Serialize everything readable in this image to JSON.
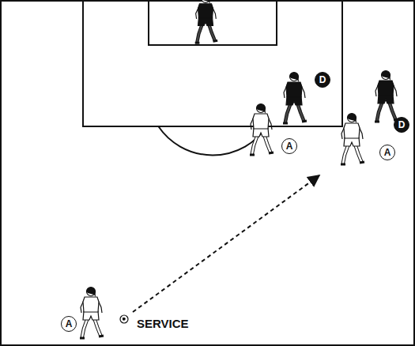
{
  "diagram": {
    "nodes": [
      {
        "text": [
          "D"
        ]
      },
      {
        "text": [
          "D"
        ]
      },
      {
        "text": [
          "A"
        ]
      },
      {
        "text": [
          "A"
        ]
      },
      {
        "text": [
          "A"
        ]
      }
    ],
    "labels": [
      "SERVICE"
    ]
  }
}
